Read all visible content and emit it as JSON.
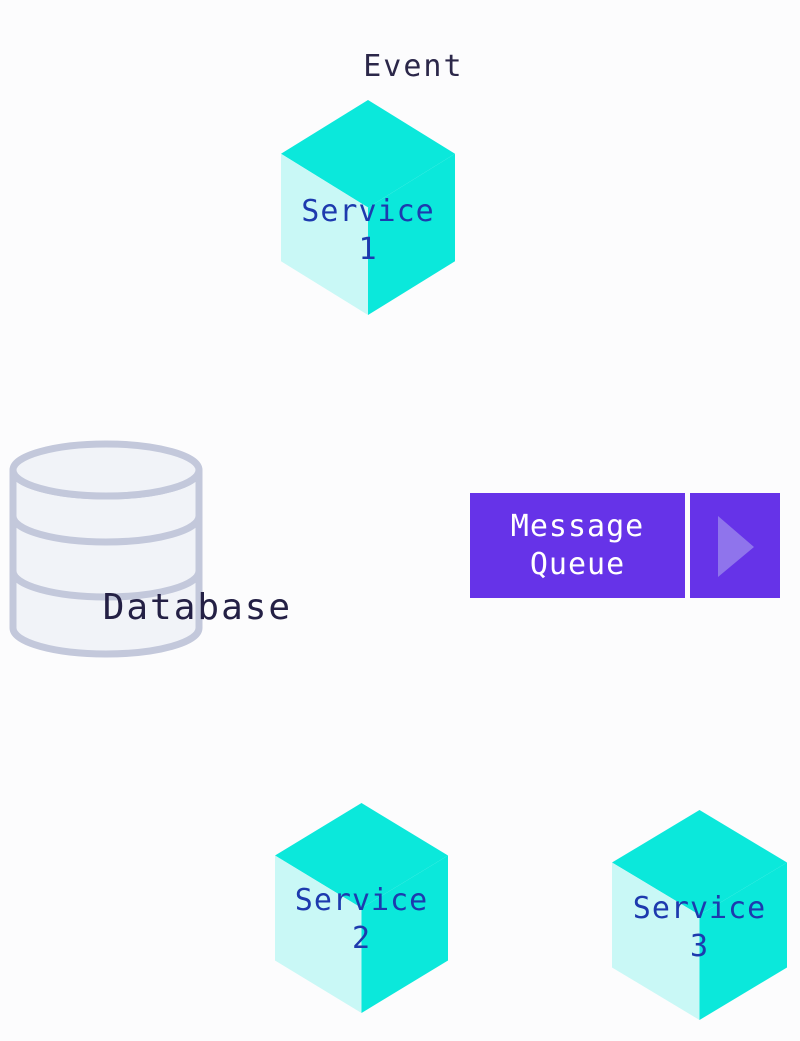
{
  "colors": {
    "background": "#fcfcfd",
    "cube_bright": "#0be8db",
    "cube_light": "#c9f8f6",
    "queue_purple": "#6633e8",
    "play_triangle": "#8f74ec",
    "db_stroke": "#c3c8db",
    "db_fill": "#f1f3f8",
    "heading_text": "#2b2749",
    "service_text": "#1d3aae",
    "queue_text": "#ffffff"
  },
  "diagram": {
    "event_label": "Event",
    "database": {
      "label": "Database"
    },
    "message_queue": {
      "line1": "Message",
      "line2": "Queue"
    },
    "services": [
      {
        "line1": "Service",
        "line2": "1"
      },
      {
        "line1": "Service",
        "line2": "2"
      },
      {
        "line1": "Service",
        "line2": "3"
      }
    ]
  }
}
